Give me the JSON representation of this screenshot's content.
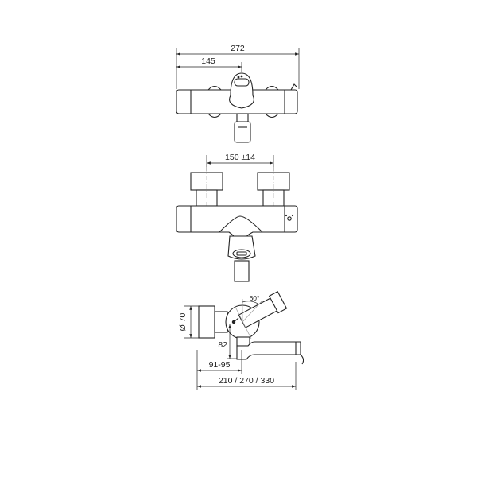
{
  "dimensions": {
    "overall_width": "272",
    "spout_offset": "145",
    "connection_centers": "150 ±14",
    "diameter": "Ø 70",
    "angle": "60°",
    "height": "82",
    "wall_distance": "91-95",
    "projection": "210 / 270 / 330"
  },
  "colors": {
    "line": "#222222",
    "dimension": "#222222",
    "hidden": "#9a9a9a"
  }
}
